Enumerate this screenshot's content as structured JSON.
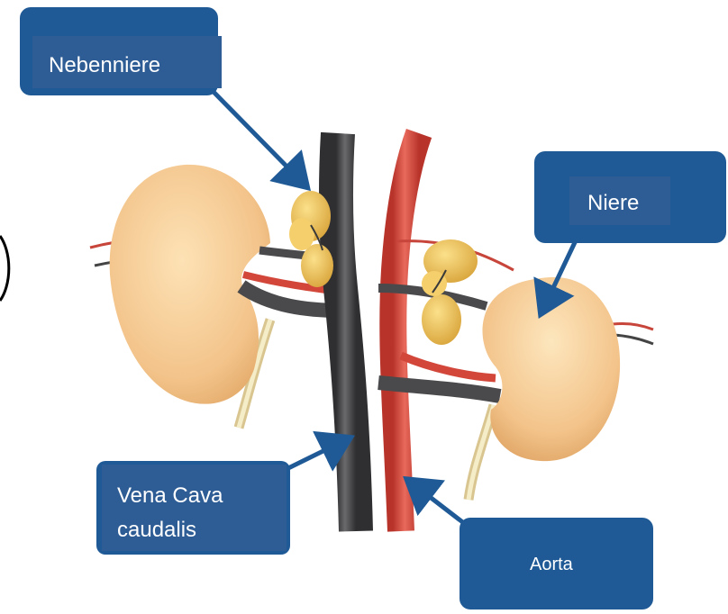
{
  "labels": {
    "adrenal": "Nebenniere",
    "kidney": "Niere",
    "vena_cava": [
      "Vena Cava",
      "caudalis"
    ],
    "aorta": "Aorta"
  },
  "colors": {
    "callout_fill": "#1f5a96",
    "callout_inner": "#2e5c94",
    "arrow": "#1f5a96",
    "kidney": "#f3c48b",
    "vein": "#4a4a4c",
    "artery": "#d2473a",
    "adrenal": "#f0c257"
  }
}
